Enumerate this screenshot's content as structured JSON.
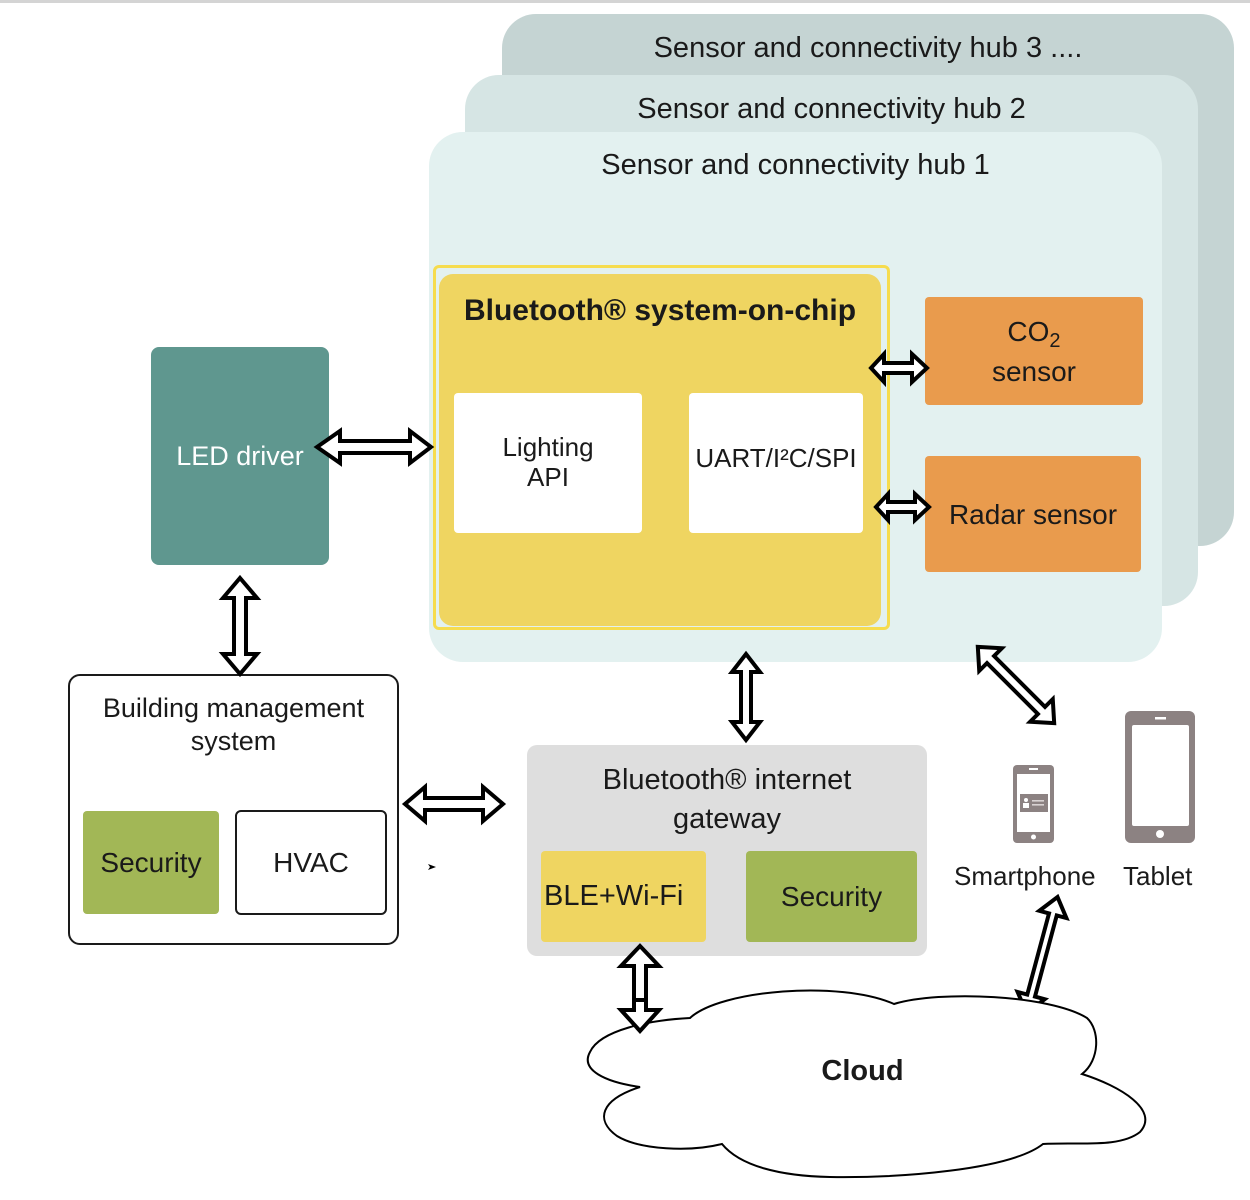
{
  "diagram": {
    "hubs": [
      {
        "title": "Sensor and connectivity hub 1"
      },
      {
        "title": "Sensor and connectivity hub 2"
      },
      {
        "title": "Sensor and connectivity hub 3 ...."
      }
    ],
    "soc": {
      "title": "Bluetooth® system-on-chip",
      "blocks": [
        {
          "label_line1": "Lighting",
          "label_line2": "API"
        },
        {
          "label": "UART/I²C/SPI"
        }
      ]
    },
    "sensors": {
      "co2": {
        "prefix": "CO",
        "subscript": "2",
        "line2": "sensor"
      },
      "radar": {
        "label": "Radar sensor"
      }
    },
    "led_driver": {
      "label": "LED driver"
    },
    "building_management": {
      "title_line1": "Building management",
      "title_line2": "system",
      "blocks": [
        {
          "label": "Security"
        },
        {
          "label": "HVAC"
        }
      ]
    },
    "gateway": {
      "title_line1": "Bluetooth® internet",
      "title_line2": "gateway",
      "blocks": [
        {
          "label": "BLE+Wi-Fi"
        },
        {
          "label": "Security"
        }
      ]
    },
    "devices": {
      "smartphone": {
        "label": "Smartphone"
      },
      "tablet": {
        "label": "Tablet"
      }
    },
    "cloud": {
      "label": "Cloud"
    },
    "connections": [
      {
        "from": "LED driver",
        "to": "Bluetooth® system-on-chip",
        "type": "bidirectional"
      },
      {
        "from": "LED driver",
        "to": "Building management system",
        "type": "bidirectional"
      },
      {
        "from": "Bluetooth® system-on-chip",
        "to": "CO2 sensor",
        "type": "bidirectional"
      },
      {
        "from": "Bluetooth® system-on-chip",
        "to": "Radar sensor",
        "type": "bidirectional"
      },
      {
        "from": "Sensor and connectivity hub 1",
        "to": "Bluetooth® internet gateway",
        "type": "bidirectional"
      },
      {
        "from": "Building management system",
        "to": "Bluetooth® internet gateway",
        "type": "bidirectional"
      },
      {
        "from": "Sensor and connectivity hub 1",
        "to": "Smartphone",
        "type": "bidirectional"
      },
      {
        "from": "BLE+Wi-Fi",
        "to": "Cloud",
        "type": "bidirectional"
      },
      {
        "from": "Smartphone",
        "to": "Cloud",
        "type": "bidirectional"
      }
    ],
    "colors": {
      "hub1": "#e3f1f0",
      "hub2": "#d6e5e4",
      "hub3": "#c5d4d3",
      "soc": "#efd561",
      "sensor": "#e99b4d",
      "led_driver": "#5f978f",
      "security": "#a2b756",
      "gateway": "#dedede",
      "device": "#8c8282"
    }
  }
}
